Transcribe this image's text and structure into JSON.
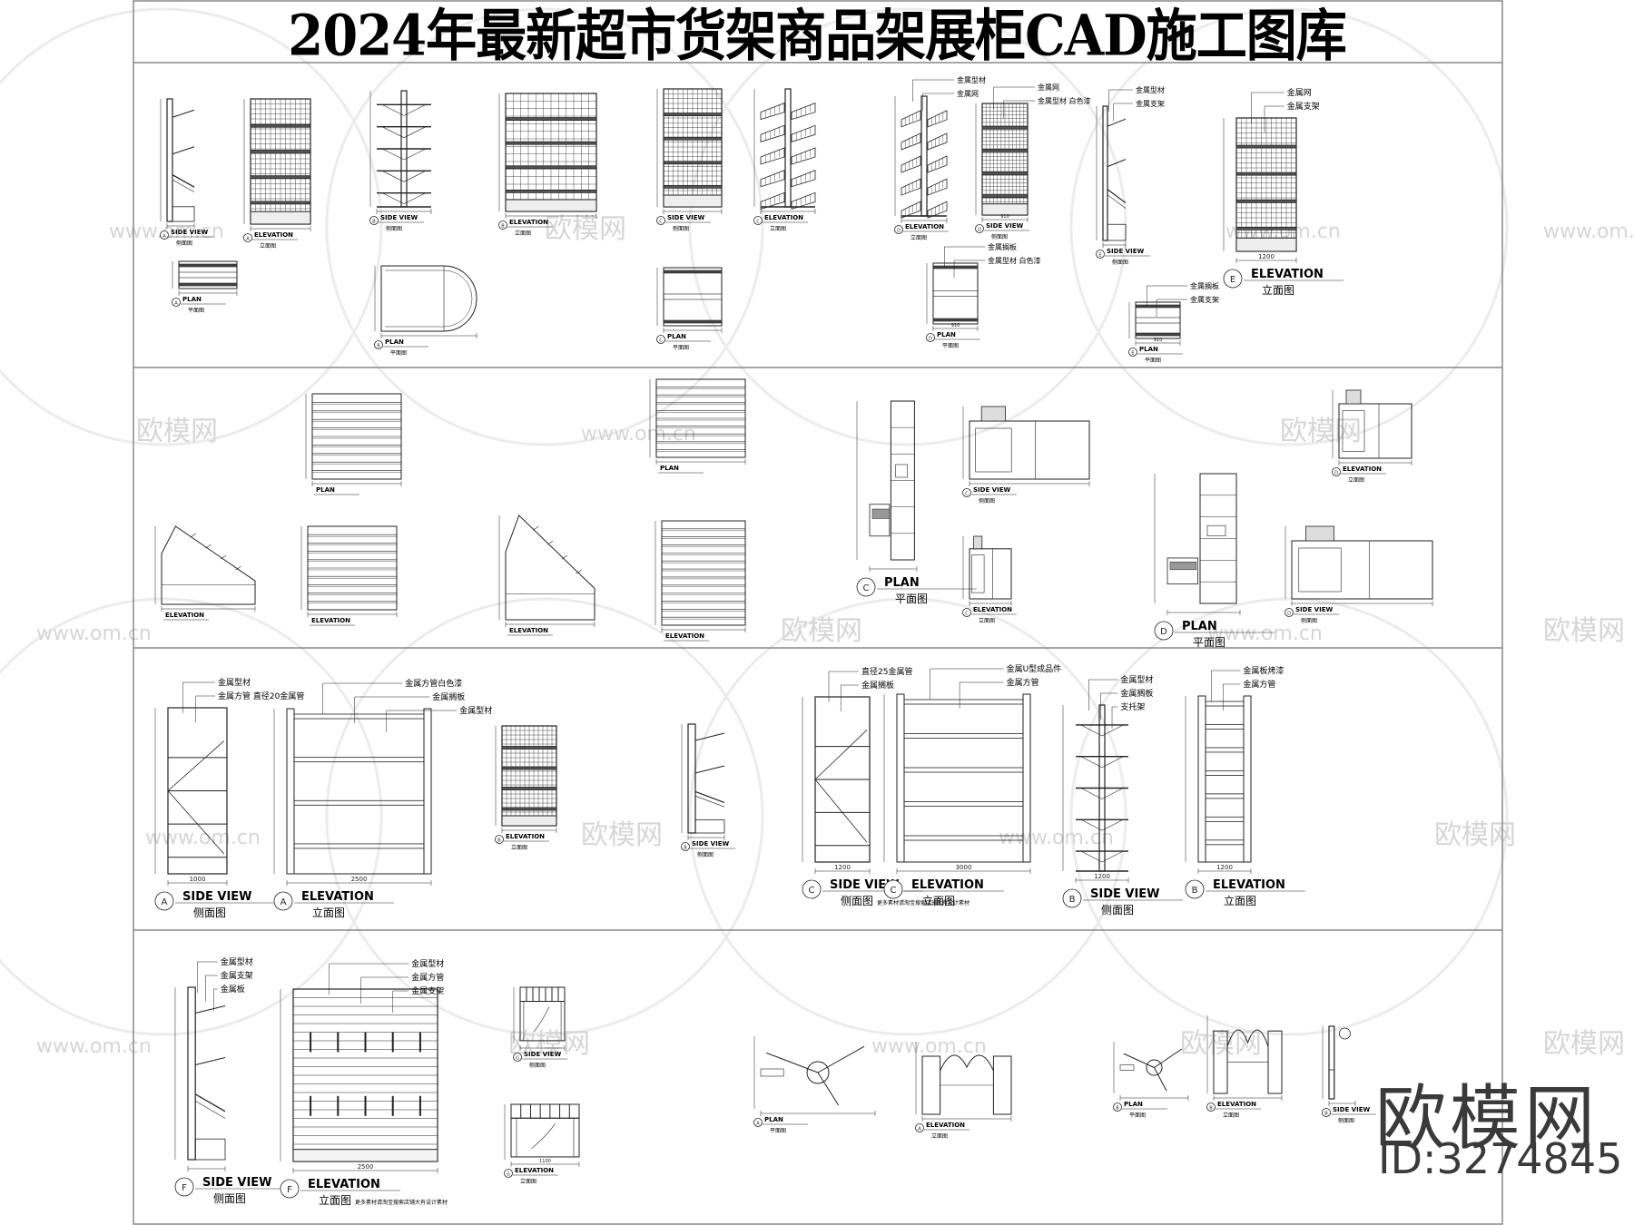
{
  "title": "2024年最新超市货架商品架展柜CAD施工图库",
  "watermark": {
    "brand": "欧模网",
    "id": "ID:3274845",
    "site": "www.om.cn"
  },
  "colors": {
    "line": "#222222",
    "frame": "#888888",
    "watermark": "#d6d6d6"
  },
  "rows": [
    {
      "drawings": [
        {
          "kind": "side",
          "tag": "A",
          "title": "SIDE VIEW",
          "subtitle": "侧面图"
        },
        {
          "kind": "grid",
          "tag": "A",
          "title": "ELEVATION",
          "subtitle": "立面图"
        },
        {
          "kind": "plan",
          "tag": "A",
          "title": "PLAN",
          "subtitle": "平面图"
        },
        {
          "kind": "tree",
          "tag": "B",
          "title": "SIDE VIEW",
          "subtitle": "侧面图"
        },
        {
          "kind": "grid",
          "tag": "B",
          "title": "ELEVATION",
          "subtitle": "立面图"
        },
        {
          "kind": "planround",
          "tag": "B",
          "title": "PLAN",
          "subtitle": "平面图"
        },
        {
          "kind": "grid",
          "tag": "C",
          "title": "SIDE VIEW",
          "subtitle": "侧面图"
        },
        {
          "kind": "baskets",
          "tag": "C",
          "title": "ELEVATION",
          "subtitle": "立面图"
        },
        {
          "kind": "plan",
          "tag": "C",
          "title": "PLAN",
          "subtitle": "平面图"
        },
        {
          "kind": "baskets",
          "tag": "D",
          "title": "ELEVATION",
          "subtitle": "立面图",
          "callouts": [
            "金属型材",
            "金属网"
          ]
        },
        {
          "kind": "grid",
          "tag": "D",
          "title": "SIDE VIEW",
          "subtitle": "侧面图",
          "width_dim": "910",
          "callouts": [
            "金属网",
            "金属型材 白色漆"
          ]
        },
        {
          "kind": "plan",
          "tag": "D",
          "title": "PLAN",
          "subtitle": "平面图",
          "width_dim": "910",
          "callouts": [
            "金属搁板",
            "金属型材 白色漆"
          ]
        },
        {
          "kind": "side",
          "tag": "E",
          "title": "SIDE VIEW",
          "subtitle": "侧面图",
          "callouts": [
            "金属型材",
            "金属支架"
          ]
        },
        {
          "kind": "grid",
          "tag": "E",
          "title": "ELEVATION",
          "subtitle": "立面图",
          "width_dim": "1200",
          "callouts": [
            "金属网",
            "金属支架"
          ]
        },
        {
          "kind": "plan",
          "tag": "E",
          "title": "PLAN",
          "subtitle": "平面图",
          "width_dim": "910",
          "callouts": [
            "金属搁板",
            "金属支架"
          ]
        }
      ]
    },
    {
      "drawings": [
        {
          "kind": "slat",
          "tag": "",
          "title": "PLAN",
          "subtitle": ""
        },
        {
          "kind": "slat",
          "tag": "",
          "title": "PLAN",
          "subtitle": ""
        },
        {
          "kind": "checkout",
          "tag": "C",
          "title": "PLAN",
          "subtitle": "平面图"
        },
        {
          "kind": "counter",
          "tag": "C",
          "title": "SIDE VIEW",
          "subtitle": "侧面图"
        },
        {
          "kind": "counter",
          "tag": "D",
          "title": "ELEVATION",
          "subtitle": "立面图"
        },
        {
          "kind": "slant",
          "tag": "",
          "title": "ELEVATION",
          "subtitle": ""
        },
        {
          "kind": "slat",
          "tag": "",
          "title": "ELEVATION",
          "subtitle": ""
        },
        {
          "kind": "slant",
          "tag": "",
          "title": "ELEVATION",
          "subtitle": ""
        },
        {
          "kind": "slat",
          "tag": "",
          "title": "ELEVATION",
          "subtitle": ""
        },
        {
          "kind": "counter",
          "tag": "C",
          "title": "ELEVATION",
          "subtitle": "立面图"
        },
        {
          "kind": "checkout",
          "tag": "D",
          "title": "PLAN",
          "subtitle": "平面图"
        },
        {
          "kind": "counter",
          "tag": "D",
          "title": "SIDE VIEW",
          "subtitle": "侧面图"
        }
      ]
    },
    {
      "drawings": [
        {
          "kind": "braced",
          "tag": "A",
          "title": "SIDE VIEW",
          "subtitle": "侧面图",
          "width_dim": "1000",
          "callouts": [
            "金属型材",
            "金属方管 直径20金属管"
          ]
        },
        {
          "kind": "shelf",
          "tag": "A",
          "title": "ELEVATION",
          "subtitle": "立面图",
          "width_dim": "2500",
          "beams": 4,
          "callouts": [
            "金属方管白色漆",
            "金属搁板",
            "金属型材"
          ]
        },
        {
          "kind": "grid",
          "tag": "B",
          "title": "ELEVATION",
          "subtitle": "立面图"
        },
        {
          "kind": "side",
          "tag": "B",
          "title": "SIDE VIEW",
          "subtitle": "侧面图"
        },
        {
          "kind": "braced",
          "tag": "C",
          "title": "SIDE VIEW",
          "subtitle": "侧面图",
          "width_dim": "1200",
          "note": "更多素材请淘宝搜索店铺大有设计素材",
          "callouts": [
            "直径25金属管",
            "金属搁板"
          ]
        },
        {
          "kind": "shelf",
          "tag": "C",
          "title": "ELEVATION",
          "subtitle": "立面图",
          "width_dim": "3000",
          "beams": 5,
          "callouts": [
            "金属U型成品件",
            "金属方管"
          ]
        },
        {
          "kind": "tree",
          "tag": "B",
          "title": "SIDE VIEW",
          "subtitle": "侧面图",
          "width_dim": "1200",
          "callouts": [
            "金属型材",
            "金属搁板",
            "支托架"
          ]
        },
        {
          "kind": "shelf",
          "tag": "B",
          "title": "ELEVATION",
          "subtitle": "立面图",
          "width_dim": "1200",
          "beams": 7,
          "callouts": [
            "金属板烤漆",
            "金属方管"
          ]
        }
      ]
    },
    {
      "drawings": [
        {
          "kind": "side",
          "tag": "F",
          "title": "SIDE VIEW",
          "subtitle": "侧面图",
          "callouts": [
            "金属型材",
            "金属支架",
            "金属板"
          ]
        },
        {
          "kind": "slatwall",
          "tag": "F",
          "title": "ELEVATION",
          "subtitle": "立面图",
          "width_dim": "2500",
          "note": "更多素材请淘宝搜索店铺大有设计素材",
          "callouts": [
            "金属型材",
            "金属方管",
            "金属支架"
          ]
        },
        {
          "kind": "box",
          "tag": "G",
          "title": "SIDE VIEW",
          "subtitle": "侧面图"
        },
        {
          "kind": "box",
          "tag": "G",
          "title": "ELEVATION",
          "subtitle": "立面图",
          "width_dim": "1100"
        },
        {
          "kind": "turnplan",
          "tag": "A",
          "title": "PLAN",
          "subtitle": "平面图"
        },
        {
          "kind": "turnelev",
          "tag": "A",
          "title": "ELEVATION",
          "subtitle": "立面图"
        },
        {
          "kind": "turnplan",
          "tag": "B",
          "title": "PLAN",
          "subtitle": "平面图"
        },
        {
          "kind": "turnelev",
          "tag": "B",
          "title": "ELEVATION",
          "subtitle": "立面图"
        },
        {
          "kind": "post",
          "tag": "B",
          "title": "SIDE VIEW",
          "subtitle": "侧面图"
        }
      ]
    }
  ]
}
